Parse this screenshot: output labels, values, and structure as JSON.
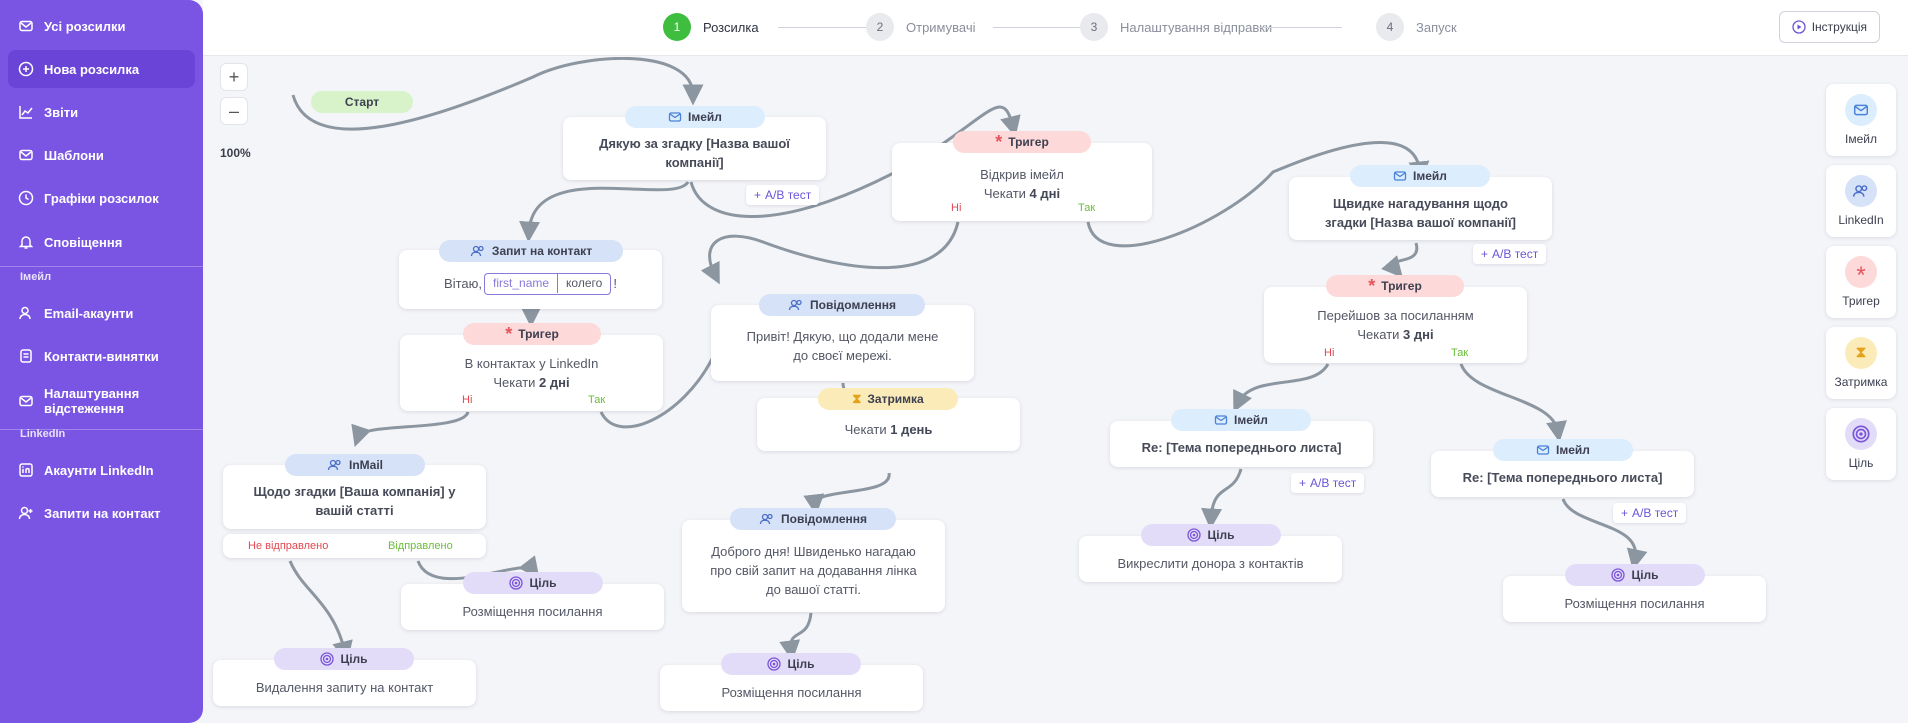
{
  "sidebar": {
    "items": [
      {
        "label": "Усі розсилки"
      },
      {
        "label": "Нова розсилка"
      },
      {
        "label": "Звіти"
      },
      {
        "label": "Шаблони"
      },
      {
        "label": "Графіки розсилок"
      },
      {
        "label": "Сповіщення"
      },
      {
        "label": "Email-акаунти"
      },
      {
        "label": "Контакти-винятки"
      },
      {
        "label": "Налаштування відстеження"
      },
      {
        "label": "Акаунти LinkedIn"
      },
      {
        "label": "Запити на контакт"
      }
    ],
    "section_email": "Імейл",
    "section_linkedin": "LinkedIn"
  },
  "steps": [
    {
      "num": "1",
      "label": "Розсилка"
    },
    {
      "num": "2",
      "label": "Отримувачі"
    },
    {
      "num": "3",
      "label": "Налаштування відправки"
    },
    {
      "num": "4",
      "label": "Запуск"
    }
  ],
  "help_label": "Інструкція",
  "zoom": {
    "plus": "+",
    "minus": "–",
    "level": "100%"
  },
  "palette": [
    "Імейл",
    "LinkedIn",
    "Тригер",
    "Затримка",
    "Ціль"
  ],
  "nodes": {
    "start": "Старт",
    "email_label": "Імейл",
    "trigger_label": "Тригер",
    "goal_label": "Ціль",
    "request_label": "Запит на контакт",
    "message_label": "Повідомлення",
    "delay_label": "Затримка",
    "inmail_label": "InMail",
    "ab_test": "А/В тест",
    "no": "Ні",
    "yes": "Так",
    "not_sent": "Не відправлено",
    "sent": "Відправлено",
    "email1": "Дякую за згадку [Назва вашої компанії]",
    "trigger1_line1": "Відкрив імейл",
    "trigger1_wait": "Чекати",
    "trigger1_days": "4 дні",
    "email2": "Щвидке нагадування щодо згадки [Назва вашої компанії]",
    "request_greet": "Вітаю,",
    "request_var": "first_name",
    "request_var2": "колего",
    "request_end": "!",
    "trigger2_line1": "В контактах у LinkedIn",
    "trigger2_wait": "Чекати",
    "trigger2_days": "2 дні",
    "message1": "Привіт! Дякую, що додали мене до своєї мережі.",
    "trigger3_line1": "Перейшов за посиланням",
    "trigger3_wait": "Чекати",
    "trigger3_days": "3 дні",
    "delay_wait": "Чекати",
    "delay_days": "1 день",
    "inmail_text": "Щодо згадки [Ваша компанія] у вашій статті",
    "email3": "Re: [Тема попереднього листа]",
    "email4": "Re: [Тема попереднього листа]",
    "message2": "Доброго дня! Швиденько нагадаю про свій запит на додавання лінка до вашої статті.",
    "goal_link": "Розміщення посилання",
    "goal_remove_request": "Видалення запиту на контакт",
    "goal_remove_donor": "Викреслити донора з контактів"
  }
}
